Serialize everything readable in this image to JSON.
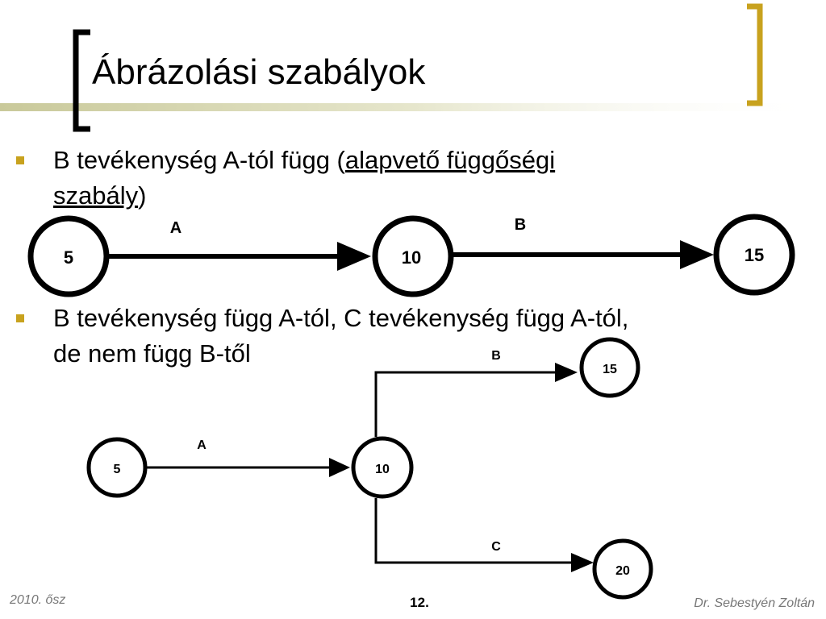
{
  "slide": {
    "title": "Ábrázolási szabályok",
    "accent_color": "#c8a21e"
  },
  "bullets": [
    {
      "pre": "B tevékenység A-tól függ (",
      "link": "alapvető függőségi",
      "line2_link": "szabály",
      "line2_post": ")"
    },
    {
      "line1": "B tevékenység függ A-tól, C tevékenység függ A-tól,",
      "line2": "de nem függ B-től"
    }
  ],
  "diagram1": {
    "nodes": [
      "5",
      "10",
      "15"
    ],
    "edges": [
      {
        "from": "5",
        "to": "10",
        "label": "A"
      },
      {
        "from": "10",
        "to": "15",
        "label": "B"
      }
    ]
  },
  "diagram2": {
    "nodes": [
      "5",
      "10",
      "15",
      "20"
    ],
    "edges": [
      {
        "from": "5",
        "to": "10",
        "label": "A"
      },
      {
        "from": "10",
        "to": "15",
        "label": "B"
      },
      {
        "from": "10",
        "to": "20",
        "label": "C"
      }
    ]
  },
  "footer": {
    "left": "2010. ősz",
    "center": "12.",
    "right": "Dr. Sebestyén Zoltán"
  }
}
